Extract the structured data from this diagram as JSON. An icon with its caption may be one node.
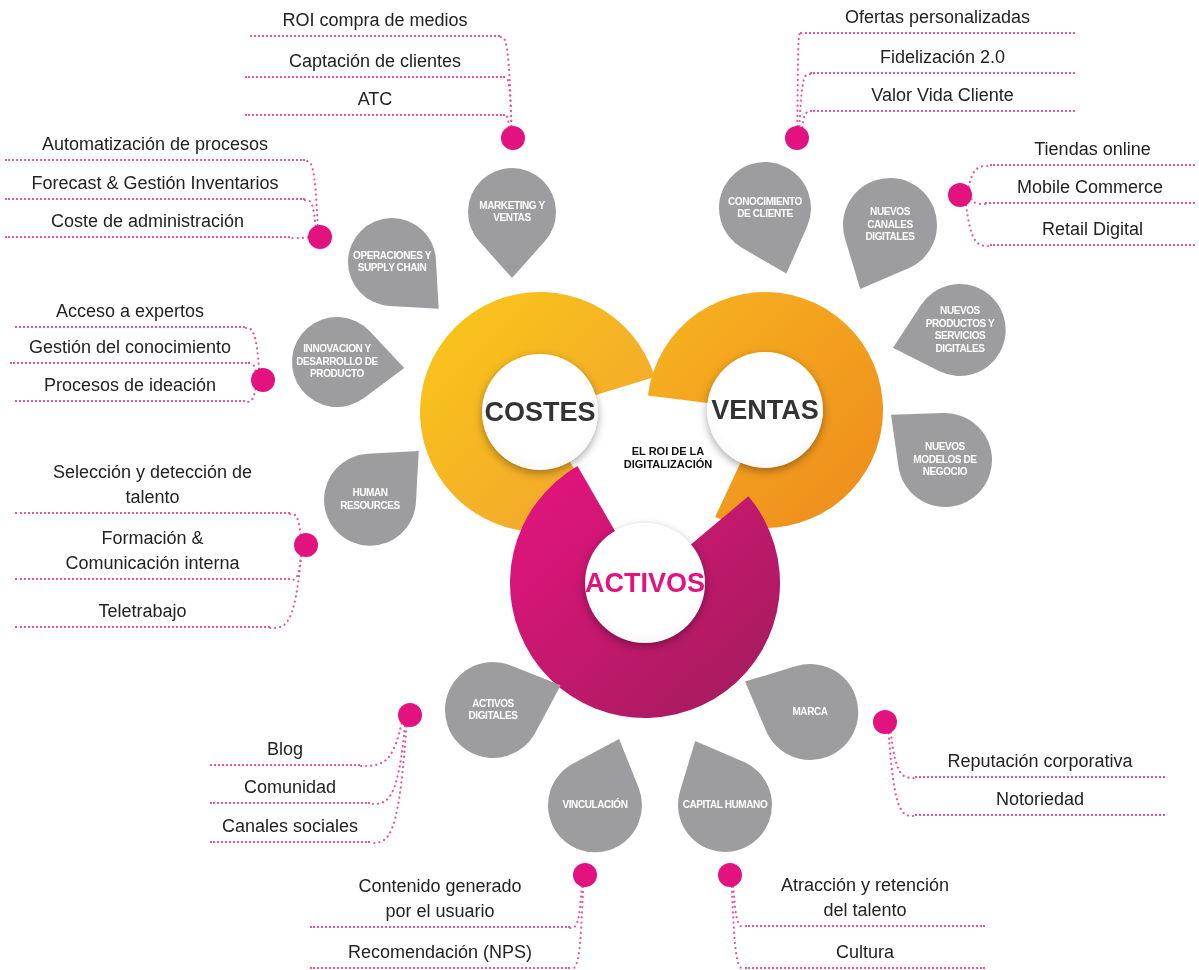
{
  "diagram": {
    "nodes": [
      {
        "text": [
          "COSTES"
        ]
      },
      {
        "text": [
          "VENTAS"
        ]
      },
      {
        "text": [
          "ACTIVOS"
        ]
      },
      {
        "text": [
          "MARKETING Y VENTAS"
        ]
      },
      {
        "text": [
          "OPERACIONES Y SUPPLY CHAIN"
        ]
      },
      {
        "text": [
          "INNOVACION Y DESARROLLO DE PRODUCTO"
        ]
      },
      {
        "text": [
          "HUMAN RESOURCES"
        ]
      },
      {
        "text": [
          "CONOCIMIENTO DE CLIENTE"
        ]
      },
      {
        "text": [
          "NUEVOS CANALES DIGITALES"
        ]
      },
      {
        "text": [
          "NUEVOS PRODUCTOS Y SERVICIOS DIGITALES"
        ]
      },
      {
        "text": [
          "NUEVOS MODELOS DE NEGOCIO"
        ]
      },
      {
        "text": [
          "ACTIVOS DIGITALES"
        ]
      },
      {
        "text": [
          "VINCULACIÓN"
        ]
      },
      {
        "text": [
          "CAPITAL HUMANO"
        ]
      },
      {
        "text": [
          "MARCA"
        ]
      },
      {
        "text": [],
        "shape": "circle"
      },
      {
        "text": [
          "ROI compra de medios"
        ]
      },
      {
        "text": [
          "Captación de clientes"
        ]
      },
      {
        "text": [
          "ATC"
        ]
      },
      {
        "text": [],
        "shape": "circle"
      },
      {
        "text": [
          "Ofertas personalizadas"
        ]
      },
      {
        "text": [
          "Fidelización 2.0"
        ]
      },
      {
        "text": [
          "Valor Vida Cliente"
        ]
      },
      {
        "text": [],
        "shape": "circle"
      },
      {
        "text": [
          "Tiendas online"
        ]
      },
      {
        "text": [
          "Mobile Commerce"
        ]
      },
      {
        "text": [
          "Retail Digital"
        ]
      },
      {
        "text": [],
        "shape": "circle"
      },
      {
        "text": [
          "Automatización de procesos"
        ]
      },
      {
        "text": [
          "Forecast & Gestión Inventarios"
        ]
      },
      {
        "text": [
          "Coste de administración"
        ]
      },
      {
        "text": [],
        "shape": "circle"
      },
      {
        "text": [
          "Acceso a expertos"
        ]
      },
      {
        "text": [
          "Gestión del conocimiento"
        ]
      },
      {
        "text": [
          "Procesos de ideación"
        ]
      },
      {
        "text": [],
        "shape": "circle"
      },
      {
        "text": [
          "Selección y detección de talento"
        ]
      },
      {
        "text": [
          "Formación & Comunicación interna"
        ]
      },
      {
        "text": [
          "Teletrabajo"
        ]
      },
      {
        "text": [],
        "shape": "circle"
      },
      {
        "text": [
          "Blog"
        ]
      },
      {
        "text": [
          "Comunidad"
        ]
      },
      {
        "text": [
          "Canales sociales"
        ]
      },
      {
        "text": [],
        "shape": "circle"
      },
      {
        "text": [
          "Reputación corporativa"
        ]
      },
      {
        "text": [
          "Notoriedad"
        ]
      },
      {
        "text": [],
        "shape": "circle"
      },
      {
        "text": [
          "Contenido generado por el usuario"
        ]
      },
      {
        "text": [
          "Recomendación (NPS)"
        ]
      },
      {
        "text": [],
        "shape": "circle"
      },
      {
        "text": [
          "Atracción y retención del talento"
        ]
      },
      {
        "text": [
          "Cultura"
        ]
      }
    ],
    "edges": [
      {
        "from": 15,
        "to": 16,
        "arrow": "none",
        "style": "dashed"
      },
      {
        "from": 15,
        "to": 17,
        "arrow": "none",
        "style": "dashed"
      },
      {
        "from": 15,
        "to": 18,
        "arrow": "none",
        "style": "dashed"
      },
      {
        "from": 19,
        "to": 20,
        "arrow": "none",
        "style": "dashed"
      },
      {
        "from": 19,
        "to": 21,
        "arrow": "none",
        "style": "dashed"
      },
      {
        "from": 19,
        "to": 22,
        "arrow": "none",
        "style": "dashed"
      },
      {
        "from": 23,
        "to": 24,
        "arrow": "none",
        "style": "dashed"
      },
      {
        "from": 23,
        "to": 25,
        "arrow": "none",
        "style": "dashed"
      },
      {
        "from": 23,
        "to": 26,
        "arrow": "none",
        "style": "dashed"
      },
      {
        "from": 27,
        "to": 28,
        "arrow": "none",
        "style": "dashed"
      },
      {
        "from": 27,
        "to": 29,
        "arrow": "none",
        "style": "dashed"
      },
      {
        "from": 27,
        "to": 30,
        "arrow": "none",
        "style": "dashed"
      },
      {
        "from": 31,
        "to": 32,
        "arrow": "none",
        "style": "dashed"
      },
      {
        "from": 31,
        "to": 33,
        "arrow": "none",
        "style": "dashed"
      },
      {
        "from": 31,
        "to": 34,
        "arrow": "none",
        "style": "dashed"
      },
      {
        "from": 35,
        "to": 36,
        "arrow": "none",
        "style": "dashed"
      },
      {
        "from": 35,
        "to": 37,
        "arrow": "none",
        "style": "dashed"
      },
      {
        "from": 35,
        "to": 38,
        "arrow": "none",
        "style": "dashed"
      },
      {
        "from": 39,
        "to": 40,
        "arrow": "none",
        "style": "dashed"
      },
      {
        "from": 39,
        "to": 41,
        "arrow": "none",
        "style": "dashed"
      },
      {
        "from": 39,
        "to": 42,
        "arrow": "none",
        "style": "dashed"
      },
      {
        "from": 43,
        "to": 44,
        "arrow": "none",
        "style": "dashed"
      },
      {
        "from": 43,
        "to": 45,
        "arrow": "none",
        "style": "dashed"
      },
      {
        "from": 46,
        "to": 47,
        "arrow": "none",
        "style": "dashed"
      },
      {
        "from": 46,
        "to": 48,
        "arrow": "none",
        "style": "dashed"
      },
      {
        "from": 49,
        "to": 50,
        "arrow": "none",
        "style": "dashed"
      },
      {
        "from": 49,
        "to": 51,
        "arrow": "none",
        "style": "dashed"
      }
    ],
    "labels": [
      "EL ROI DE LA DIGITALIZACIÓN"
    ]
  }
}
